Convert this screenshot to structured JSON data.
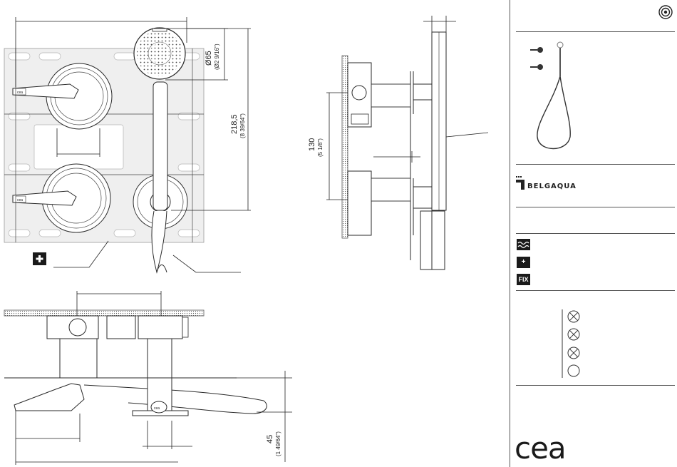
{
  "dimensions": {
    "shower_head_diameter": "Ø65",
    "shower_head_diameter_in": "(Ø2 9/16\")",
    "overall_height": "218,5",
    "overall_height_in": "(8 39/64\")",
    "side_spacing": "130",
    "side_spacing_in": "(5 1/8\")",
    "projection": "45",
    "projection_in": "(1 49/64\")"
  },
  "icons": {
    "plus_marker": "+",
    "water_wave": "water-wave",
    "fix_label": "FIX",
    "circle_target": "concentric-circles"
  },
  "panel": {
    "brand": "BELGAQUA",
    "logo": "cea",
    "finish_symbols": [
      "crossed-circle",
      "crossed-circle",
      "crossed-circle",
      "empty-circle"
    ]
  },
  "colors": {
    "line": "#2a2a2a",
    "plate": "#efefef",
    "icon_fill": "#1a1a1a"
  }
}
